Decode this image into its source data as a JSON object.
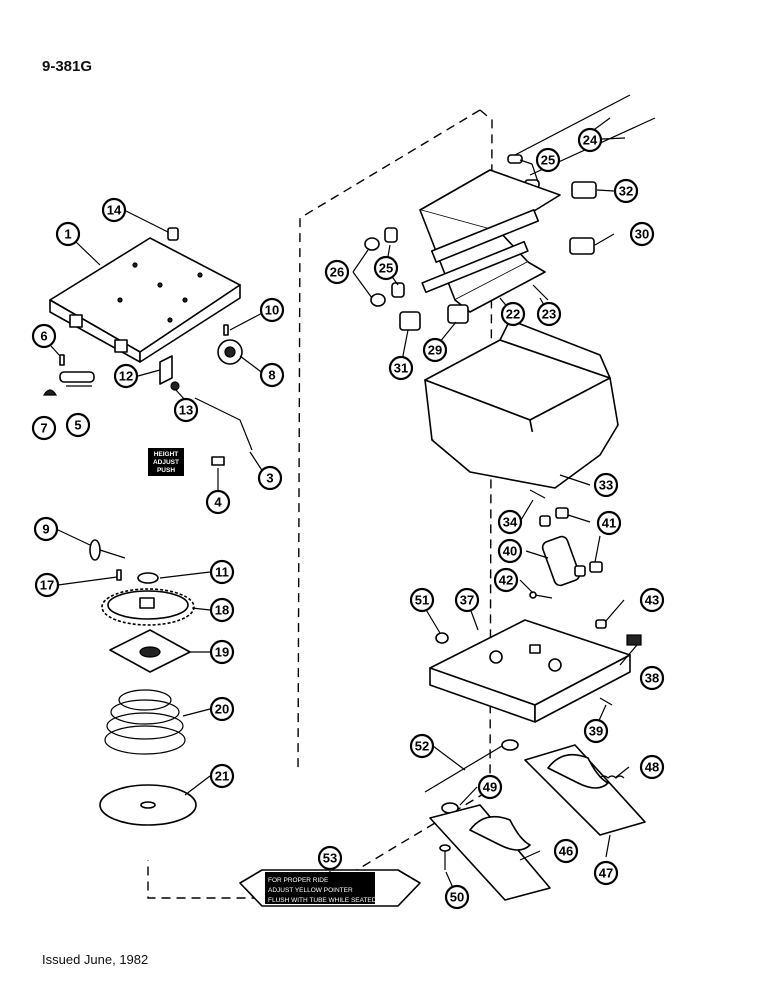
{
  "header": {
    "page_code": "9-381G"
  },
  "footer": {
    "issued": "Issued June, 1982"
  },
  "callouts": [
    "1",
    "3",
    "4",
    "5",
    "6",
    "7",
    "8",
    "9",
    "10",
    "11",
    "12",
    "13",
    "14",
    "17",
    "18",
    "19",
    "20",
    "21",
    "22",
    "23",
    "24",
    "25",
    "25",
    "26",
    "29",
    "30",
    "31",
    "32",
    "33",
    "34",
    "37",
    "38",
    "39",
    "40",
    "41",
    "42",
    "43",
    "46",
    "47",
    "48",
    "49",
    "50",
    "51",
    "52",
    "53"
  ],
  "height_label": {
    "line1": "HEIGHT",
    "line2": "ADJUST",
    "line3": "PUSH"
  },
  "decal": {
    "line1": "FOR PROPER RIDE",
    "line2": "ADJUST YELLOW POINTER",
    "line3": "FLUSH WITH TUBE WHILE SEATED"
  }
}
